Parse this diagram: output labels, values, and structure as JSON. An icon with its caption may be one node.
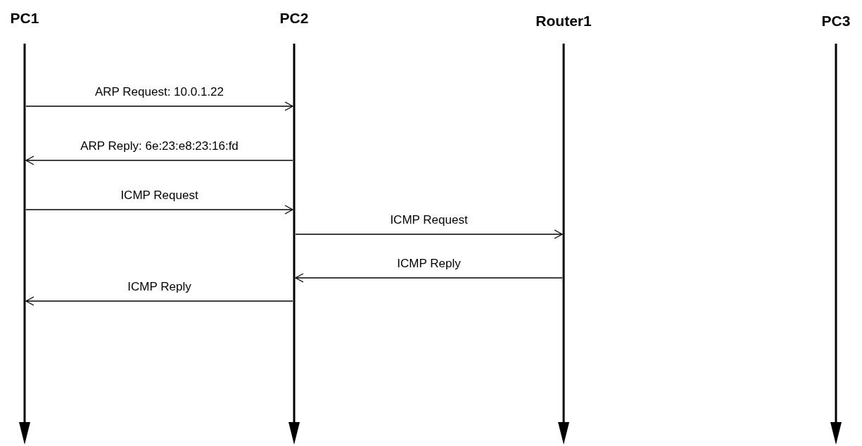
{
  "diagram": {
    "nodes": [
      {
        "text": [
          "PC1"
        ]
      },
      {
        "text": [
          "PC2"
        ]
      },
      {
        "text": [
          "Router1"
        ]
      },
      {
        "text": [
          "PC3"
        ]
      }
    ],
    "edges": [
      {
        "from": 0,
        "to": 1,
        "arrow": "to",
        "label": "ARP Request: 10.0.1.22"
      },
      {
        "from": 1,
        "to": 0,
        "arrow": "to",
        "label": "ARP Reply: 6e:23:e8:23:16:fd"
      },
      {
        "from": 0,
        "to": 1,
        "arrow": "to",
        "label": "ICMP Request"
      },
      {
        "from": 1,
        "to": 2,
        "arrow": "to",
        "label": "ICMP Request"
      },
      {
        "from": 2,
        "to": 1,
        "arrow": "to",
        "label": "ICMP Reply"
      },
      {
        "from": 1,
        "to": 0,
        "arrow": "to",
        "label": "ICMP Reply"
      }
    ]
  }
}
